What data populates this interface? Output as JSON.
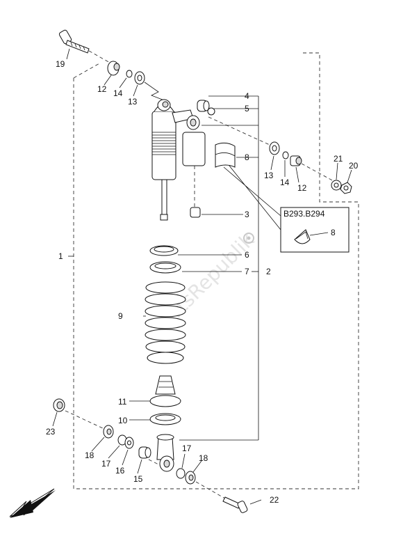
{
  "diagram": {
    "inset_code": "B293.B294",
    "watermark": "PartsRepublik",
    "callouts": {
      "c1": "1",
      "c2": "2",
      "c3": "3",
      "c4": "4",
      "c5": "5",
      "c6": "6",
      "c7": "7",
      "c8": "8",
      "c8b": "8",
      "c9": "9",
      "c10": "10",
      "c11": "11",
      "c12a": "12",
      "c12b": "12",
      "c13a": "13",
      "c13b": "13",
      "c14a": "14",
      "c14b": "14",
      "c15": "15",
      "c16": "16",
      "c17a": "17",
      "c17b": "17",
      "c18a": "18",
      "c18b": "18",
      "c19": "19",
      "c20": "20",
      "c21": "21",
      "c22": "22",
      "c23": "23"
    },
    "icons": [
      "front-direction-arrow-icon",
      "parts-republik-gear-icon"
    ]
  }
}
